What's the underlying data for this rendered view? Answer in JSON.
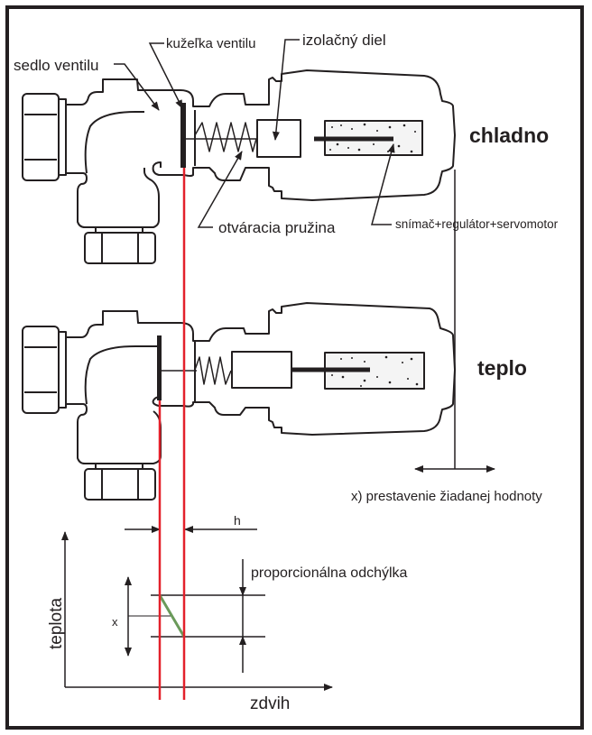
{
  "diagram": {
    "labels": {
      "valve_seat": "sedlo ventilu",
      "valve_cone": "kužeľka ventilu",
      "insulating_part": "izolačný diel",
      "opening_spring": "otváracia pružina",
      "sensor_regulator_servomotor": "snímač+regulátor+servomotor",
      "setpoint_adjustment": "x) prestavenie žiadanej hodnoty",
      "stroke_h": "h",
      "proportional_deviation": "proporcionálna odchýlka",
      "x_marker": "x"
    },
    "states": {
      "cold": "chladno",
      "warm": "teplo"
    },
    "graph": {
      "y_axis_label": "teplota",
      "x_axis_label": "zdvih"
    },
    "colors": {
      "outline": "#231f20",
      "stroke_lines": "#e3212b",
      "characteristic_line": "#6a9a5a"
    }
  }
}
